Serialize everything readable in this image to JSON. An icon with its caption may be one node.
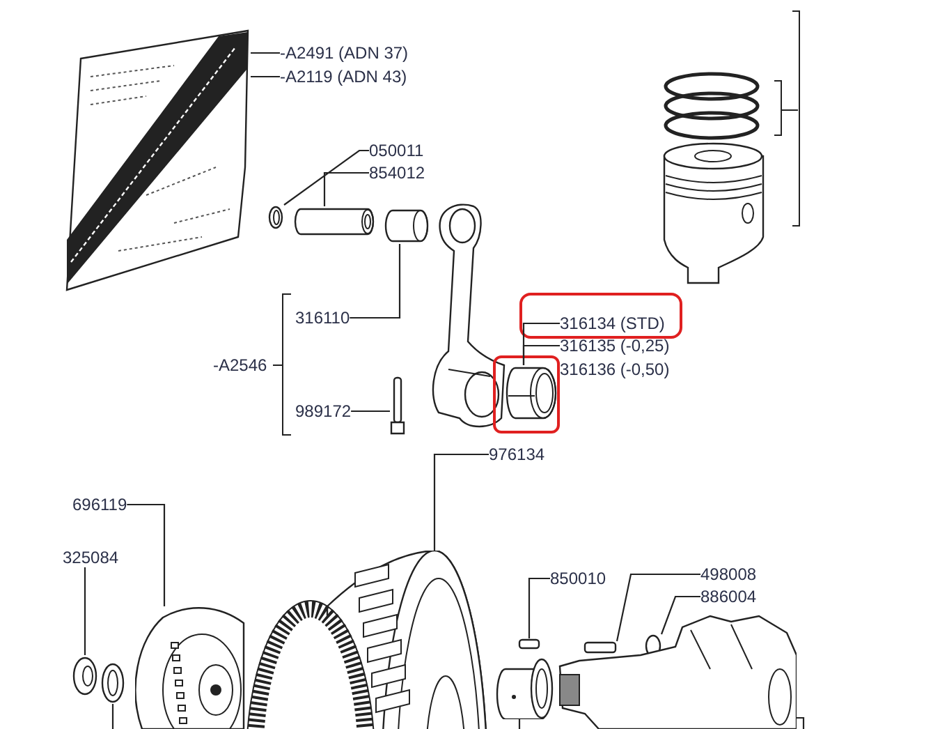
{
  "diagram": {
    "nodes": [
      {
        "text": [
          "-A2491 (ADN 37)"
        ]
      },
      {
        "text": [
          "-A2119 (ADN 43)"
        ]
      },
      {
        "text": [],
        "shape": "picture"
      },
      {
        "text": [
          "050011"
        ]
      },
      {
        "text": [
          "854012"
        ]
      },
      {
        "text": [],
        "shape": "picture"
      },
      {
        "text": [],
        "shape": "picture"
      },
      {
        "text": [],
        "shape": "picture"
      },
      {
        "text": [
          "316110"
        ]
      },
      {
        "text": [
          "316134 (STD)"
        ]
      },
      {
        "text": [
          "316135 (-0,25)"
        ]
      },
      {
        "text": [],
        "shape": "picture"
      },
      {
        "text": [
          "989172"
        ]
      },
      {
        "text": [],
        "shape": "picture"
      },
      {
        "text": [
          "976134"
        ]
      },
      {
        "text": [],
        "shape": "picture"
      },
      {
        "text": [
          "696119"
        ]
      },
      {
        "text": [],
        "shape": "picture"
      },
      {
        "text": [
          "325084"
        ]
      },
      {
        "text": [],
        "shape": "picture"
      },
      {
        "text": [],
        "shape": "picture"
      },
      {
        "text": [
          "850010"
        ]
      },
      {
        "text": [],
        "shape": "bar"
      },
      {
        "text": [
          "498008"
        ]
      },
      {
        "text": [
          "886004"
        ]
      },
      {
        "text": [],
        "shape": "bar"
      },
      {
        "text": [],
        "shape": "circle"
      },
      {
        "text": [],
        "shape": "picture"
      },
      {
        "text": [],
        "shape": "picture"
      }
    ],
    "edges": [
      {
        "from": 0,
        "to": 2,
        "arrow": "none"
      },
      {
        "from": 1,
        "to": 2,
        "arrow": "none"
      },
      {
        "from": 3,
        "to": 5,
        "arrow": "none"
      },
      {
        "from": 4,
        "to": 6,
        "arrow": "none"
      },
      {
        "from": 8,
        "to": 7,
        "arrow": "none"
      },
      {
        "from": 9,
        "to": 11,
        "arrow": "none"
      },
      {
        "from": 10,
        "to": 11,
        "arrow": "none"
      },
      {
        "from": 12,
        "to": 13,
        "arrow": "none"
      },
      {
        "from": 14,
        "to": 15,
        "arrow": "none"
      },
      {
        "from": 16,
        "to": 17,
        "arrow": "none"
      },
      {
        "from": 18,
        "to": 19,
        "arrow": "none"
      },
      {
        "from": 20,
        "to": null,
        "arrow": "none"
      },
      {
        "from": 21,
        "to": 22,
        "arrow": "none"
      },
      {
        "from": 23,
        "to": 25,
        "arrow": "none"
      },
      {
        "from": 24,
        "to": 26,
        "arrow": "none"
      },
      {
        "from": 27,
        "to": null,
        "arrow": "none"
      },
      {
        "from": 28,
        "to": null,
        "arrow": "none"
      }
    ],
    "labels": [
      "-A2546",
      "316136 (-0,50)"
    ]
  }
}
